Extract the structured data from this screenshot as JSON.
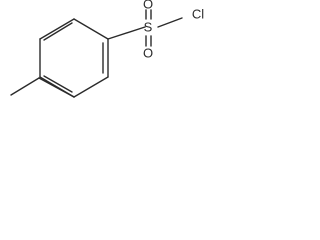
{
  "molecule": {
    "atoms": {
      "sulfur": "S",
      "oxygen_top": "O",
      "oxygen_bottom": "O",
      "chlorine": "Cl"
    }
  },
  "colors": {
    "ink": "#2b2b2b",
    "background": "#ffffff"
  }
}
